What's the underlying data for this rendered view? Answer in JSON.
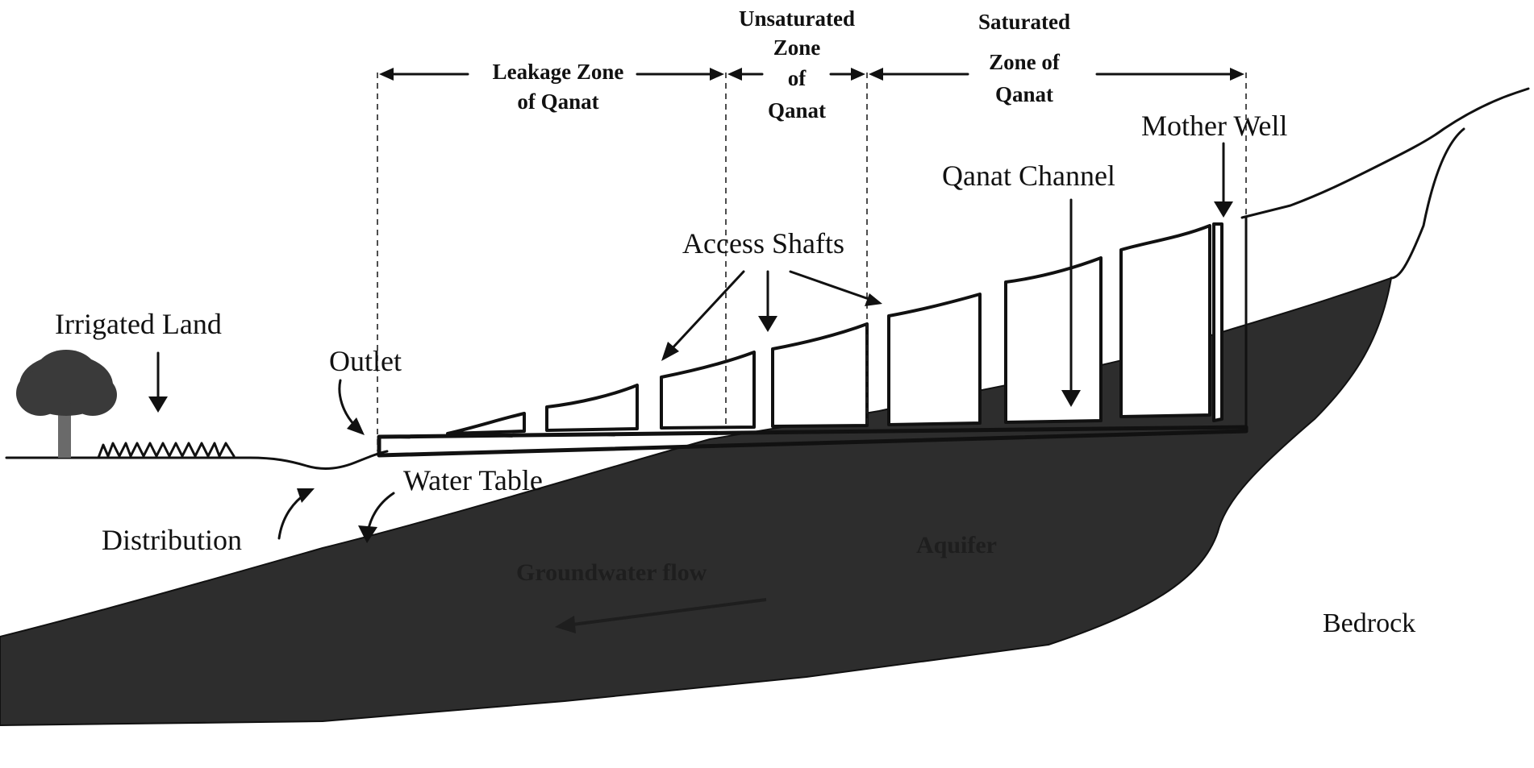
{
  "labels": {
    "leakage_zone": [
      "Leakage Zone",
      "of Qanat"
    ],
    "unsaturated_zone": [
      "Unsaturated",
      "Zone",
      "of",
      "Qanat"
    ],
    "saturated_zone": [
      "Saturated",
      "Zone of",
      "Qanat"
    ],
    "mother_well": "Mother Well",
    "qanat_channel": "Qanat Channel",
    "access_shafts": "Access Shafts",
    "irrigated_land": "Irrigated Land",
    "outlet": "Outlet",
    "water_table": "Water Table",
    "distribution": "Distribution",
    "aquifer": "Aquifer",
    "groundwater_flow": "Groundwater flow",
    "bedrock": "Bedrock"
  },
  "colors": {
    "aquifer": "#2d2d2d",
    "tree": "#3a3a3a",
    "trunk": "#6a6a6a",
    "ink": "#111111"
  }
}
